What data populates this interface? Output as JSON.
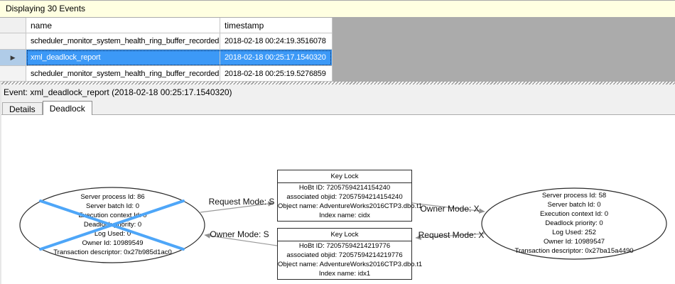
{
  "banner": {
    "text": "Displaying 30 Events"
  },
  "grid": {
    "headers": {
      "name": "name",
      "timestamp": "timestamp"
    },
    "rows": [
      {
        "name": "scheduler_monitor_system_health_ring_buffer_recorded",
        "timestamp": "2018-02-18 00:24:19.3516078",
        "selected": false
      },
      {
        "name": "xml_deadlock_report",
        "timestamp": "2018-02-18 00:25:17.1540320",
        "selected": true
      },
      {
        "name": "scheduler_monitor_system_health_ring_buffer_recorded",
        "timestamp": "2018-02-18 00:25:19.5276859",
        "selected": false
      }
    ],
    "selected_row_index": 1
  },
  "event_bar": {
    "text": "Event: xml_deadlock_report (2018-02-18 00:25:17.1540320)"
  },
  "tabs": {
    "details": "Details",
    "deadlock": "Deadlock",
    "active_tab": "Deadlock"
  },
  "deadlock_graph": {
    "victim_process": {
      "crossed_out": true,
      "lines": [
        "Server process Id: 86",
        "Server batch Id: 0",
        "Execution context Id: 0",
        "Deadlock priority: 0",
        "Log Used: 0",
        "Owner Id: 10989549",
        "Transaction descriptor: 0x27b985d1ac0"
      ]
    },
    "survivor_process": {
      "crossed_out": false,
      "lines": [
        "Server process Id: 58",
        "Server batch Id: 0",
        "Execution context Id: 0",
        "Deadlock priority: 0",
        "Log Used: 252",
        "Owner Id: 10989547",
        "Transaction descriptor: 0x27ba15a4490"
      ]
    },
    "resource_top": {
      "title": "Key Lock",
      "lines": [
        "HoBt ID: 72057594214154240",
        "associated objid: 72057594214154240",
        "Object name: AdventureWorks2016CTP3.dbo.t1",
        "Index name: cidx"
      ]
    },
    "resource_bottom": {
      "title": "Key Lock",
      "lines": [
        "HoBt ID: 72057594214219776",
        "associated objid: 72057594214219776",
        "Object name: AdventureWorks2016CTP3.dbo.t1",
        "Index name: idx1"
      ]
    },
    "edges": {
      "request_s": "Request Mode: S",
      "owner_s": "Owner Mode: S",
      "owner_x": "Owner Mode: X",
      "request_x": "Request Mode: X"
    }
  },
  "colors": {
    "selection_blue": "#3C99F7",
    "selected_indicator_blue": "#B0CCE8",
    "victim_cross_blue": "#4EA6F8",
    "banner_yellow": "#FFFFE1",
    "grid_filler_gray": "#ABABAB"
  }
}
